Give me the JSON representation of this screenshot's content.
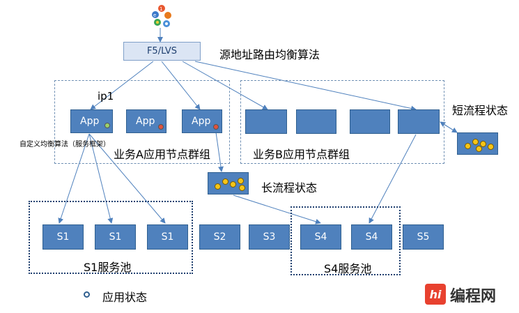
{
  "top": {
    "lb_label": "F5/LVS",
    "lb_caption": "源地址路由均衡算法"
  },
  "groupA": {
    "label": "业务A应用节点群组",
    "ip_label": "ip1",
    "custom_algo": "自定义均衡算法（服务框架）",
    "apps": [
      "App",
      "App",
      "App"
    ]
  },
  "groupB": {
    "label": "业务B应用节点群组"
  },
  "state": {
    "short_flow": "短流程状态",
    "long_flow": "长流程状态",
    "app_state": "应用状态"
  },
  "services": [
    "S1",
    "S1",
    "S1",
    "S2",
    "S3",
    "S4",
    "S4",
    "S5"
  ],
  "pools": {
    "s1": "S1服务池",
    "s4": "S4服务池"
  },
  "watermark": {
    "logo_text": "hi",
    "text": "编程网"
  },
  "colors": {
    "node_fill": "#4f81bd",
    "state_fill": "#4f81bd",
    "dot_green": "#9bd16c",
    "dot_red": "#e0533d"
  }
}
